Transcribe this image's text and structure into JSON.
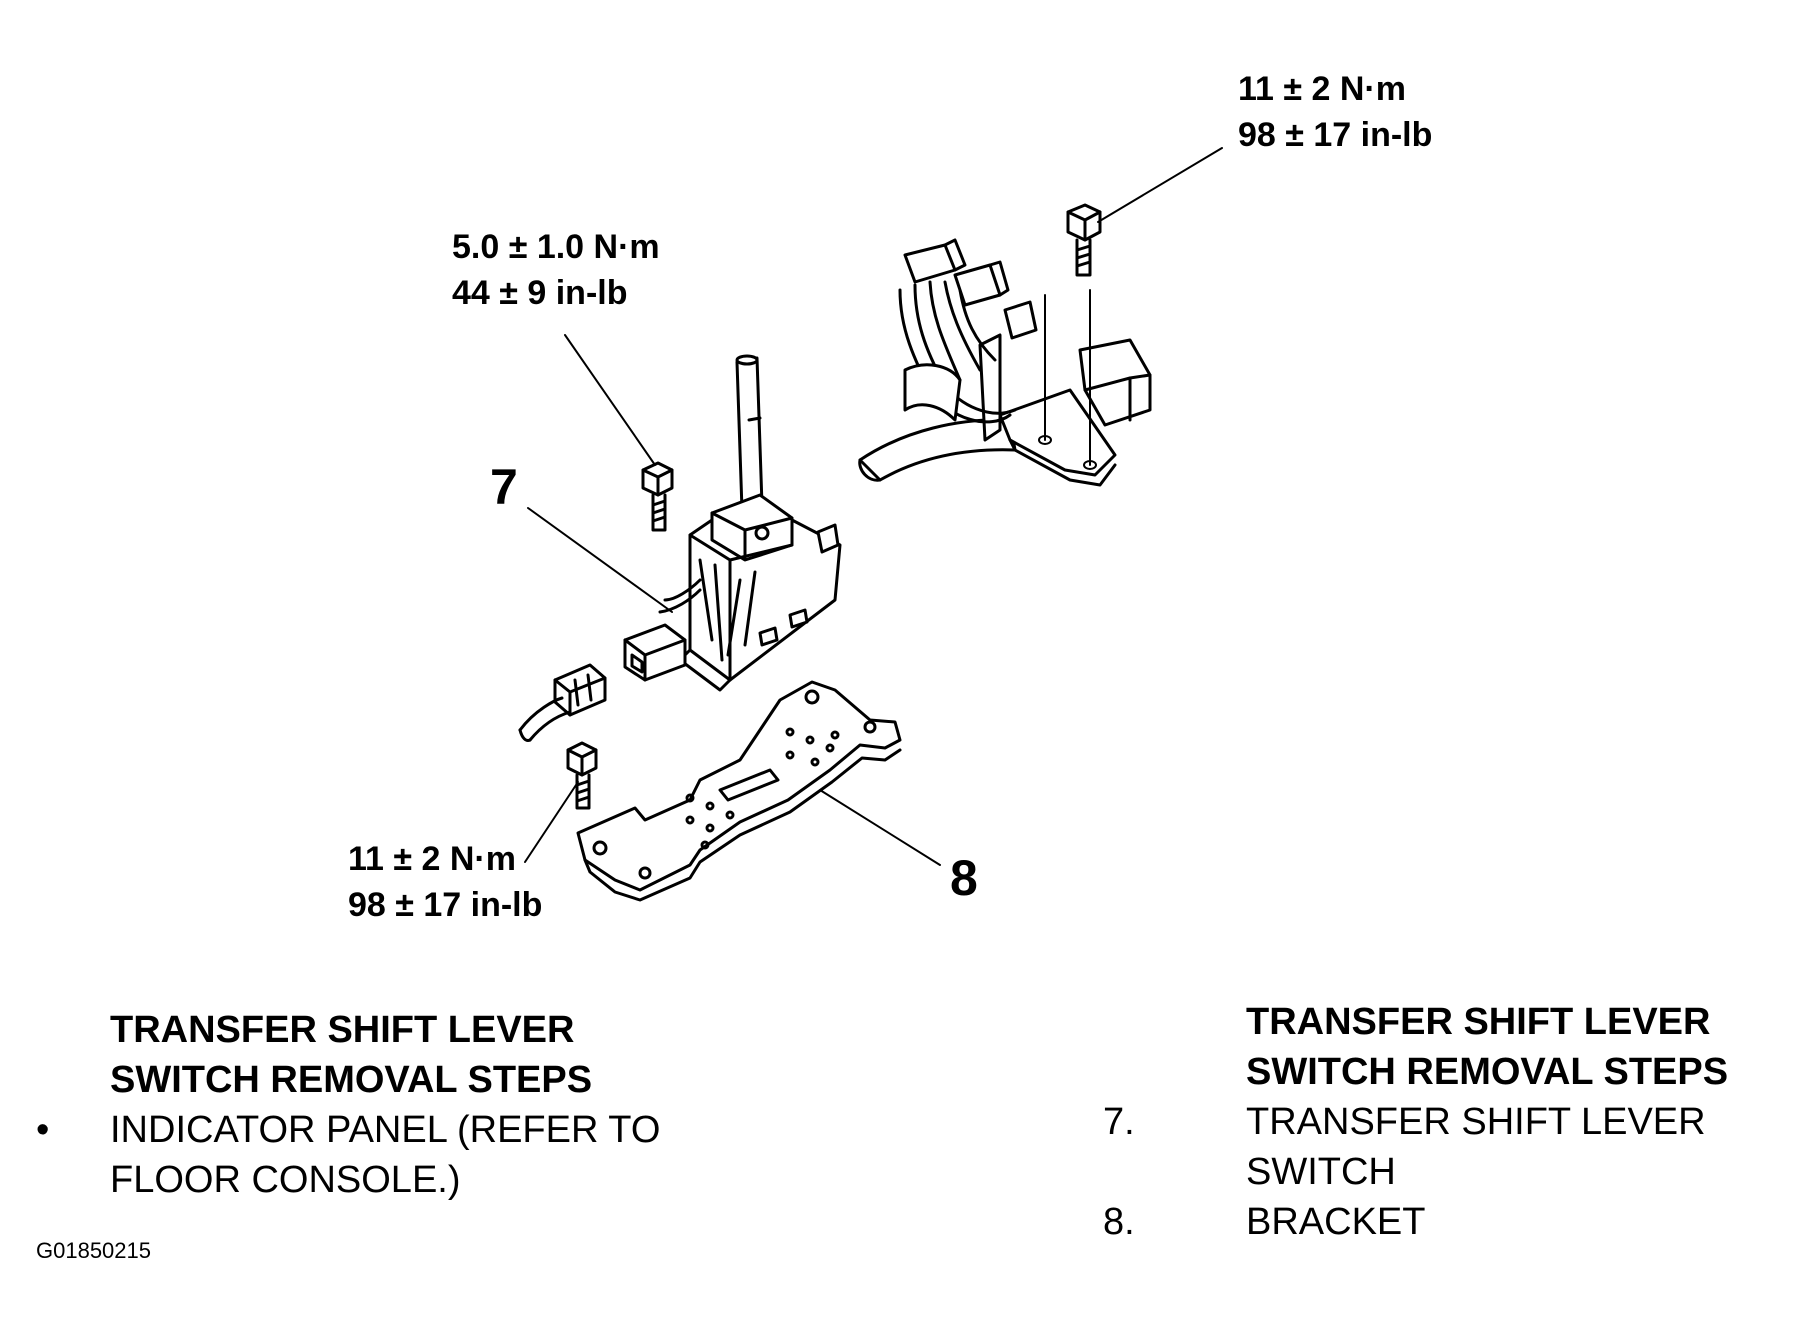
{
  "torque_labels": {
    "top_right": {
      "nm": "11 ± 2 N·m",
      "inlb": "98 ± 17 in-lb"
    },
    "center": {
      "nm": "5.0 ± 1.0 N·m",
      "inlb": "44 ± 9 in-lb"
    },
    "bottom_left": {
      "nm": "11 ± 2 N·m",
      "inlb": "98 ± 17 in-lb"
    }
  },
  "callouts": {
    "switch": "7",
    "bracket": "8"
  },
  "left_panel": {
    "heading_line1": "TRANSFER SHIFT LEVER",
    "heading_line2": "SWITCH REMOVAL STEPS",
    "bullet": "•",
    "step_line1": "INDICATOR PANEL (REFER TO",
    "step_line2": "FLOOR CONSOLE.)"
  },
  "right_panel": {
    "heading_line1": "TRANSFER SHIFT LEVER",
    "heading_line2": "SWITCH REMOVAL STEPS",
    "steps": [
      {
        "num": "7.",
        "line1": "TRANSFER SHIFT LEVER",
        "line2": "SWITCH"
      },
      {
        "num": "8.",
        "line1": "BRACKET",
        "line2": ""
      }
    ]
  },
  "figure_code": "G01850215",
  "icons": [
    "bolt-icon",
    "connector-icon",
    "shift-lever-switch-icon",
    "bracket-plate-icon",
    "wiring-harness-icon"
  ]
}
